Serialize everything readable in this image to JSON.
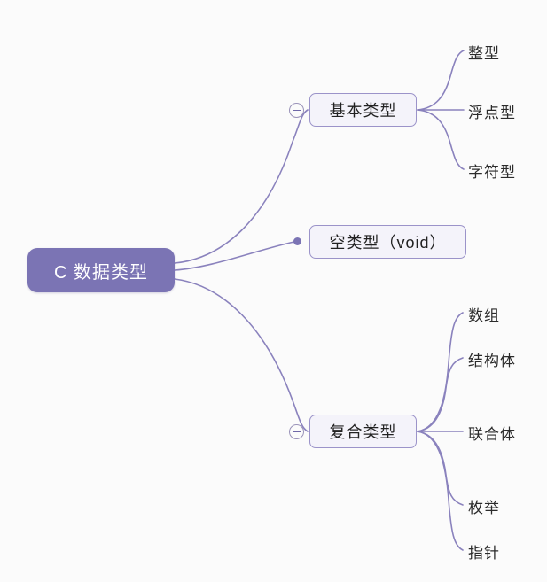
{
  "diagram": {
    "type": "mind-map",
    "title": "C 数据类型",
    "background_color": "#fbfbfb",
    "root_color": "#7b74b4",
    "branch_fill": "#f4f3fa",
    "branch_border": "#9b93c9",
    "edge_color": "#8a82bd",
    "root": {
      "label": "C 数据类型",
      "children": [
        {
          "label": "基本类型",
          "collapse_icon": "minus-circle-icon",
          "expanded": true,
          "children": [
            {
              "label": "整型"
            },
            {
              "label": "浮点型"
            },
            {
              "label": "字符型"
            }
          ]
        },
        {
          "label": "空类型（void）",
          "connector": "dot",
          "children": []
        },
        {
          "label": "复合类型",
          "collapse_icon": "minus-circle-icon",
          "expanded": true,
          "children": [
            {
              "label": "数组"
            },
            {
              "label": "结构体"
            },
            {
              "label": "联合体"
            },
            {
              "label": "枚举"
            },
            {
              "label": "指针"
            }
          ]
        }
      ]
    }
  }
}
